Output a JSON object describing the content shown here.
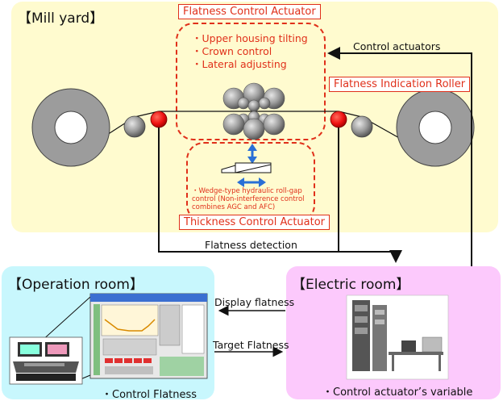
{
  "regions": {
    "mill_yard": "【Mill yard】",
    "operation_room": "【Operation room】",
    "electric_room": "【Electric room】"
  },
  "flatness_actuator": {
    "title": "Flatness Control Actuator",
    "items": [
      "・Upper housing tilting",
      "・Crown control",
      "・Lateral adjusting"
    ]
  },
  "thickness_actuator": {
    "title": "Thickness Control Actuator",
    "note_lines": [
      "・Wedge-type hydraulic roll-gap",
      "control (Non-interference control",
      "combines AGC and AFC)"
    ]
  },
  "flatness_roller_label": "Flatness Indication Roller",
  "arrows": {
    "control_actuators": "Control actuators",
    "flatness_detection": "Flatness detection",
    "display_flatness": "Display flatness",
    "target_flatness": "Target Flatness"
  },
  "captions": {
    "control_flatness": "・Control Flatness",
    "control_actuator_variable": "・Control actuator’s variable"
  },
  "colors": {
    "mill_yard_bg": "#fffbcf",
    "operation_room_bg": "#c8f7fd",
    "electric_room_bg": "#fcc9fc",
    "accent_red": "#e0301a",
    "roller_red": "#ee1111",
    "adjust_arrow_blue": "#2a6fd6"
  }
}
